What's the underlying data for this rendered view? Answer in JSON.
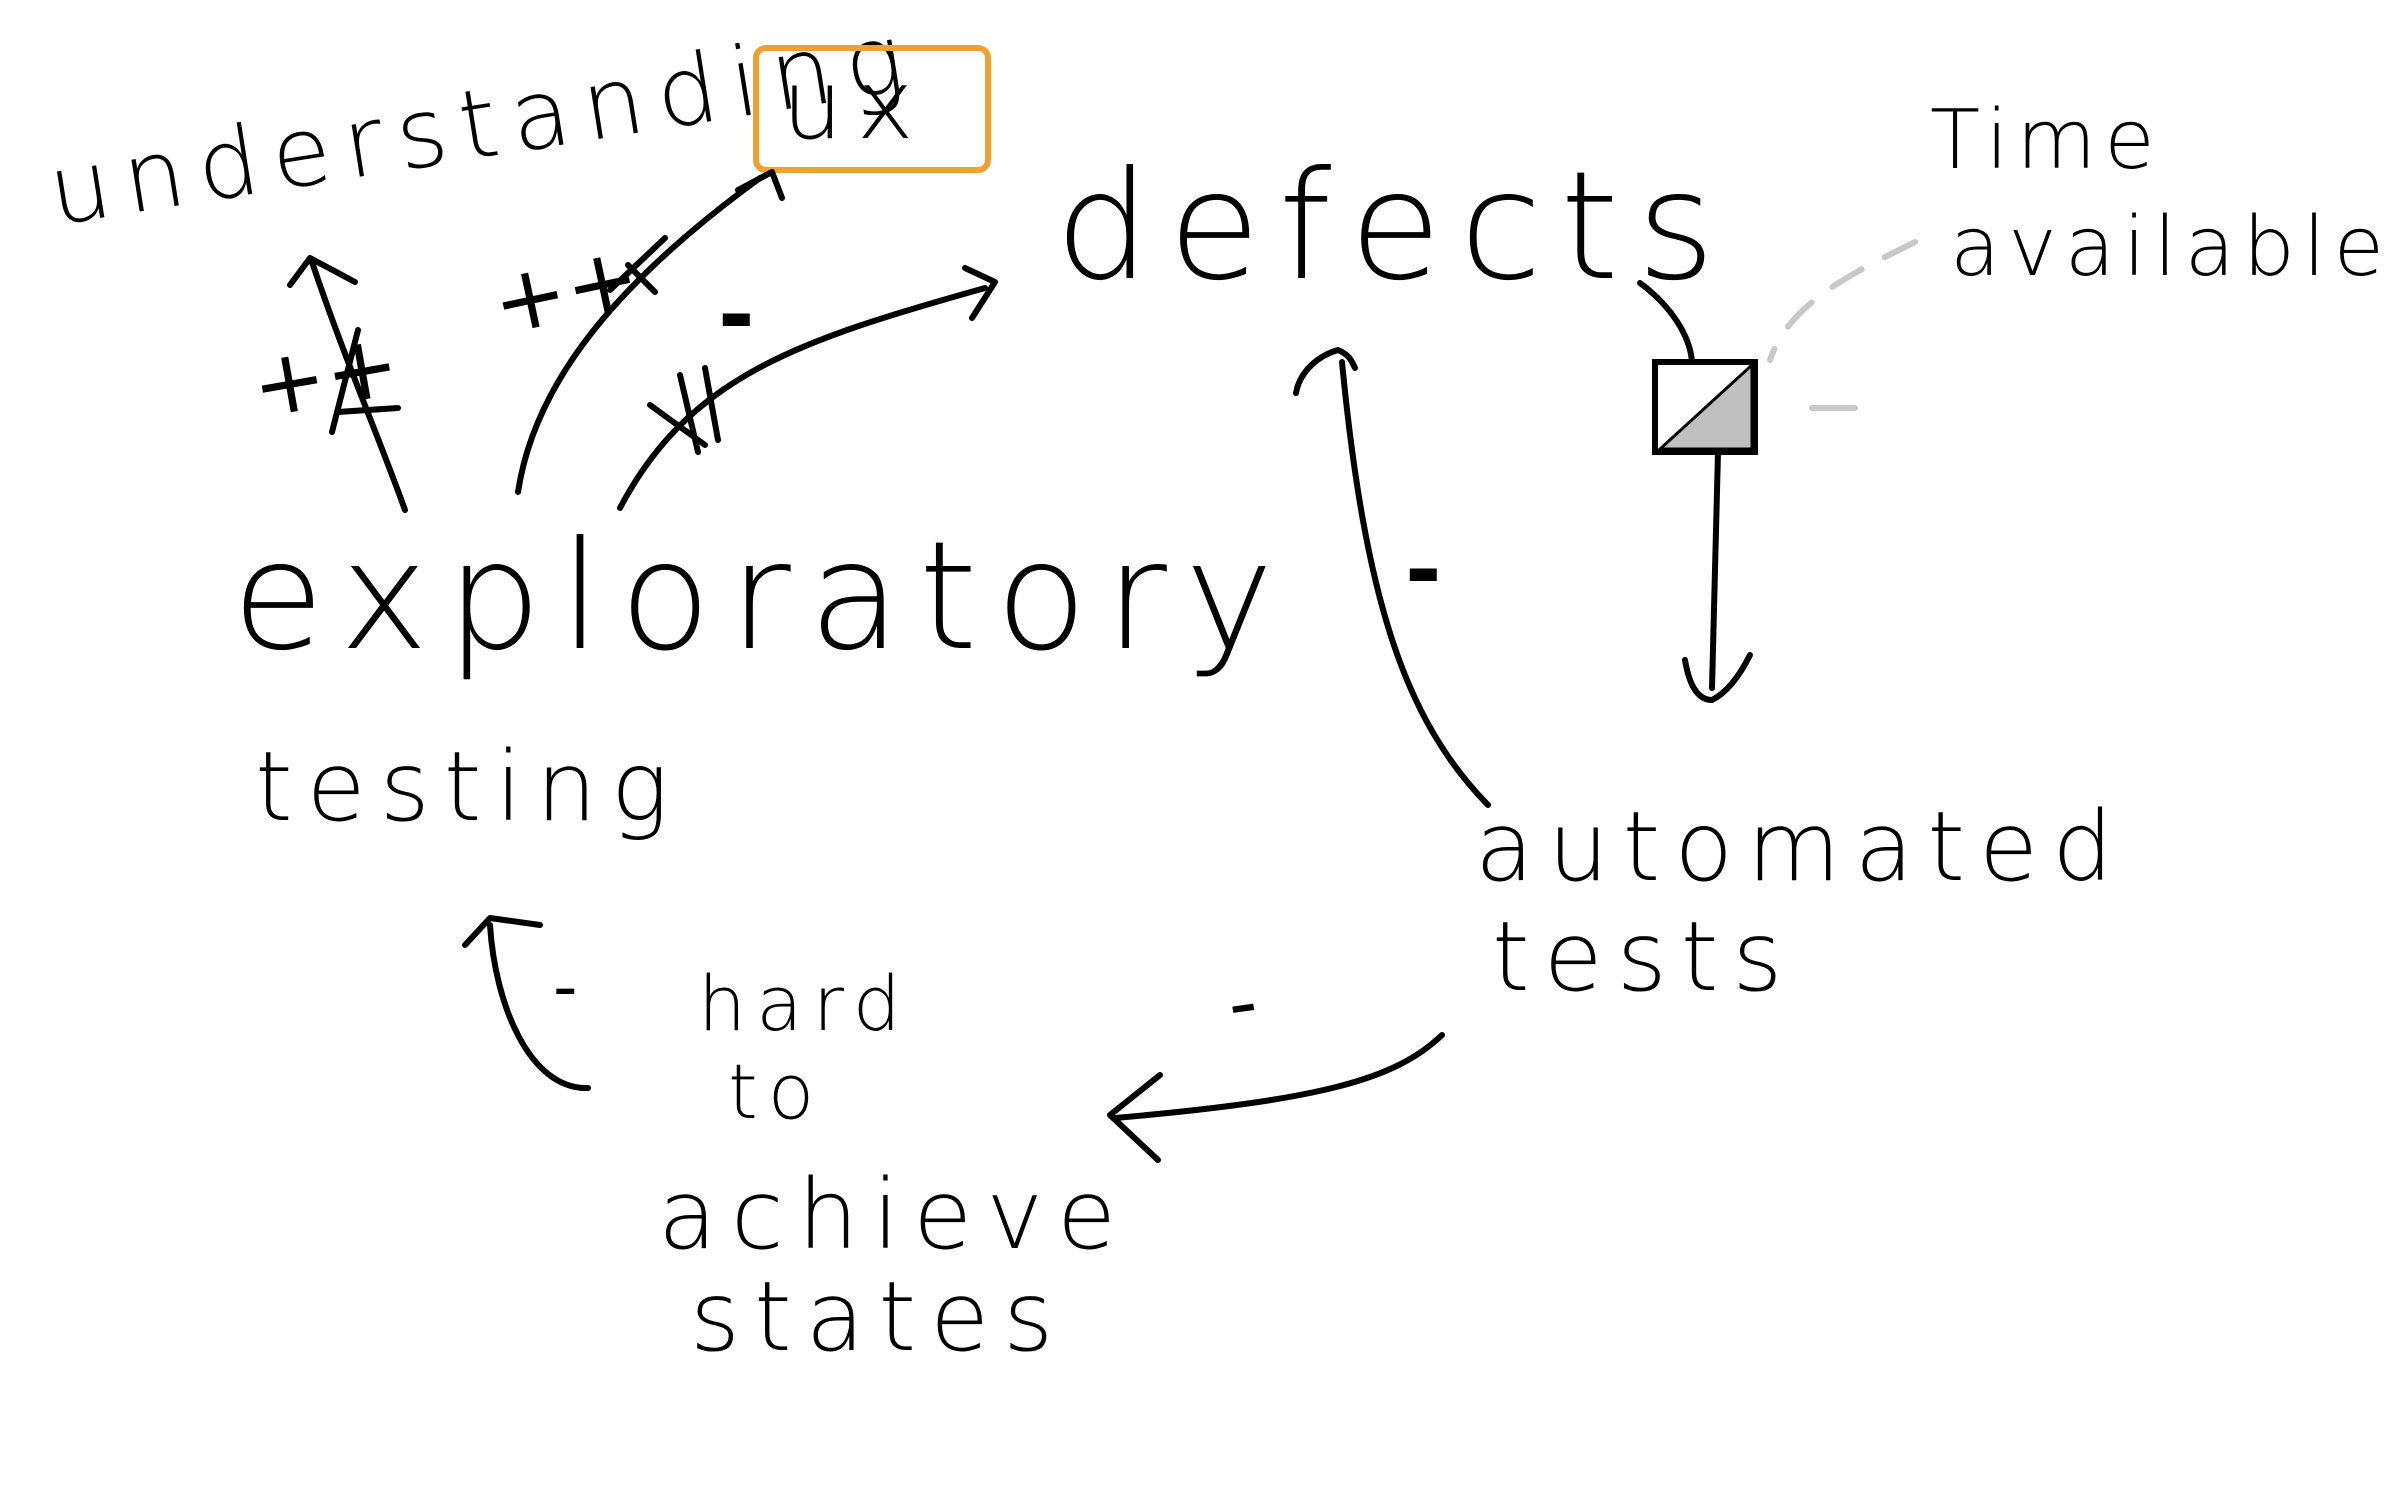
{
  "nodes": {
    "understanding": "understanding",
    "ux": "ux",
    "defects": "defects",
    "time_available": [
      "Time",
      "available"
    ],
    "exploratory_testing": [
      "exploratory",
      "testing"
    ],
    "automated_tests": [
      "automated",
      "tests"
    ],
    "hard_to_achieve_states": [
      "hard",
      "to",
      "achieve",
      "states"
    ]
  },
  "links": {
    "exploratory_to_understanding": "++",
    "exploratory_to_ux": "++",
    "exploratory_to_defects": "-",
    "automated_to_defects": "-",
    "automated_to_hard_states": "-",
    "hard_states_to_exploratory": "-"
  },
  "colors": {
    "ink": "#000000",
    "highlight": "#f0a030",
    "dashed": "#c8c8c8",
    "delay_fill": "#c0c0c0"
  }
}
